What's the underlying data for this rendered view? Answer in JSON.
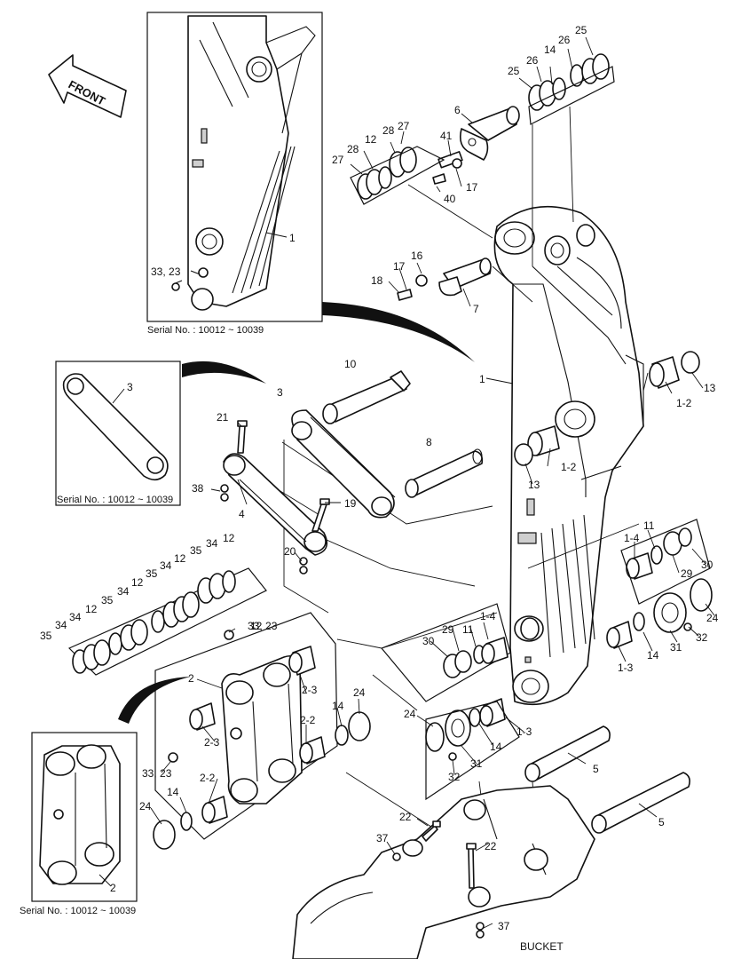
{
  "front_label": "FRONT",
  "bucket_label": "BUCKET",
  "serial_notes": [
    {
      "id": "serial-1",
      "text": "Serial No. : 10012 ~ 10039"
    },
    {
      "id": "serial-3",
      "text": "Serial No. : 10012 ~ 10039"
    },
    {
      "id": "serial-2",
      "text": "Serial No. : 10012 ~ 10039"
    }
  ],
  "callouts": [
    {
      "label": "25"
    },
    {
      "label": "26"
    },
    {
      "label": "14"
    },
    {
      "label": "25"
    },
    {
      "label": "26"
    },
    {
      "label": "6"
    },
    {
      "label": "27"
    },
    {
      "label": "28"
    },
    {
      "label": "12"
    },
    {
      "label": "28"
    },
    {
      "label": "27"
    },
    {
      "label": "41"
    },
    {
      "label": "40"
    },
    {
      "label": "17"
    },
    {
      "label": "17"
    },
    {
      "label": "16"
    },
    {
      "label": "18"
    },
    {
      "label": "7"
    },
    {
      "label": "1"
    },
    {
      "label": "33, 23"
    },
    {
      "label": "10"
    },
    {
      "label": "1"
    },
    {
      "label": "3"
    },
    {
      "label": "3"
    },
    {
      "label": "13"
    },
    {
      "label": "1-2"
    },
    {
      "label": "21"
    },
    {
      "label": "8"
    },
    {
      "label": "1-2"
    },
    {
      "label": "13"
    },
    {
      "label": "38"
    },
    {
      "label": "4"
    },
    {
      "label": "19"
    },
    {
      "label": "11"
    },
    {
      "label": "1-4"
    },
    {
      "label": "12"
    },
    {
      "label": "34"
    },
    {
      "label": "35"
    },
    {
      "label": "12"
    },
    {
      "label": "34"
    },
    {
      "label": "30"
    },
    {
      "label": "29"
    },
    {
      "label": "35"
    },
    {
      "label": "12"
    },
    {
      "label": "34"
    },
    {
      "label": "20"
    },
    {
      "label": "35"
    },
    {
      "label": "12"
    },
    {
      "label": "34"
    },
    {
      "label": "24"
    },
    {
      "label": "34"
    },
    {
      "label": "35"
    },
    {
      "label": "12"
    },
    {
      "label": "33, 23"
    },
    {
      "label": "32"
    },
    {
      "label": "1-4"
    },
    {
      "label": "29"
    },
    {
      "label": "11"
    },
    {
      "label": "30"
    },
    {
      "label": "1-3"
    },
    {
      "label": "14"
    },
    {
      "label": "31"
    },
    {
      "label": "2"
    },
    {
      "label": "2-3"
    },
    {
      "label": "24"
    },
    {
      "label": "14"
    },
    {
      "label": "2-2"
    },
    {
      "label": "24"
    },
    {
      "label": "2-3"
    },
    {
      "label": "1-3"
    },
    {
      "label": "14"
    },
    {
      "label": "31"
    },
    {
      "label": "33, 23"
    },
    {
      "label": "32"
    },
    {
      "label": "5"
    },
    {
      "label": "2-2"
    },
    {
      "label": "14"
    },
    {
      "label": "24"
    },
    {
      "label": "22"
    },
    {
      "label": "5"
    },
    {
      "label": "37"
    },
    {
      "label": "22"
    },
    {
      "label": "2"
    },
    {
      "label": "37"
    }
  ]
}
